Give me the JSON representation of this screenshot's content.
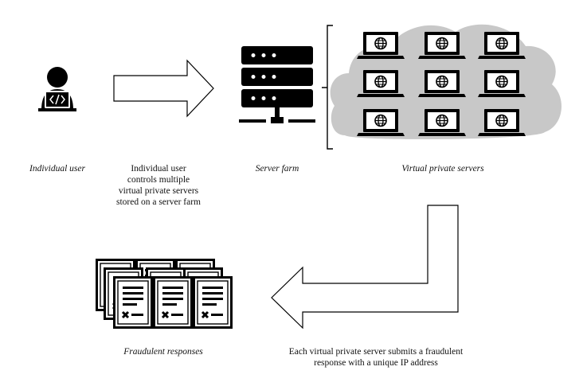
{
  "labels": {
    "individual_user": "Individual user",
    "controls_text": "Individual user\ncontrols multiple\nvirtual private servers\nstored on a server farm",
    "server_farm": "Server farm",
    "vps": "Virtual private servers",
    "fraudulent_responses": "Fraudulent responses",
    "submit_text": "Each virtual private server submits a fraudulent\nresponse with a unique IP address"
  },
  "icons": {
    "user": "user-coding-laptop-icon",
    "server": "server-rack-icon",
    "vps": "laptop-globe-icon",
    "responses": "fraudulent-document-icon"
  },
  "colors": {
    "ink": "#000000",
    "cloud": "#c8c8c8"
  }
}
